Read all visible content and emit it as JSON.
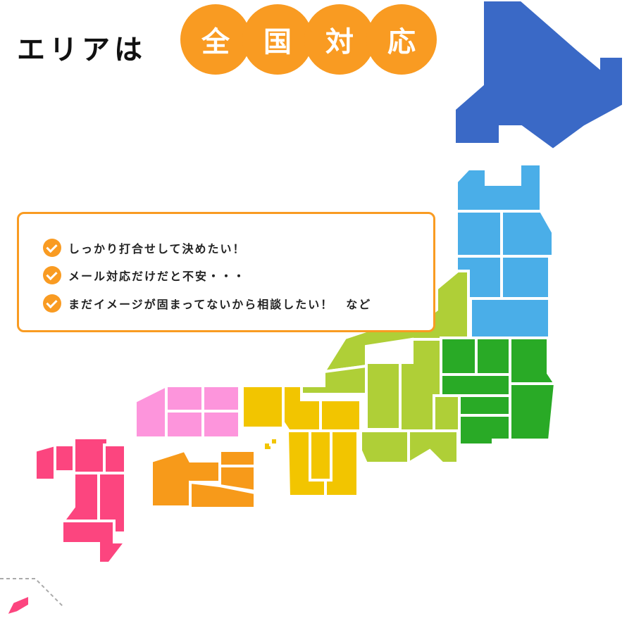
{
  "header": {
    "prefix": "エリアは",
    "highlight": [
      "全",
      "国",
      "対",
      "応"
    ]
  },
  "concerns": {
    "items": [
      "しっかり打合せして決めたい！",
      "メール対応だけだと不安・・・",
      "まだイメージが固まってないから相談したい！　など"
    ]
  },
  "colors": {
    "accent": "#f99b22",
    "hokkaido": "#3a69c6",
    "tohoku": "#4aaee8",
    "kanto": "#29aa26",
    "chubu": "#afcf37",
    "kinki": "#f2c500",
    "chugoku": "#fd95dc",
    "shikoku": "#f79a1a",
    "kyushu": "#fc457f"
  }
}
